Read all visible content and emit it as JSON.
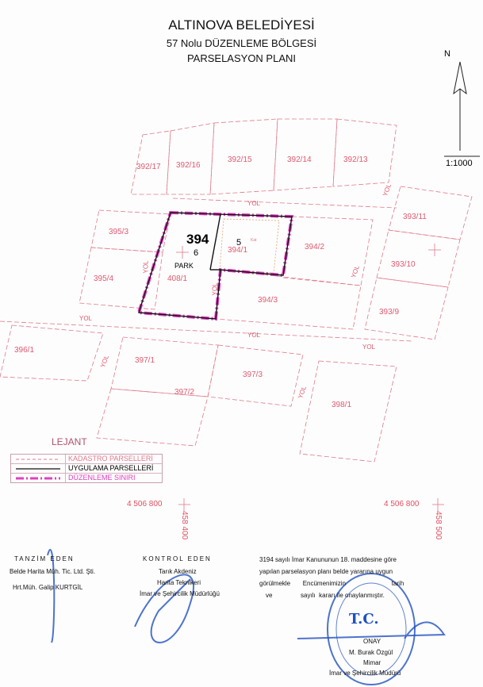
{
  "header": {
    "title": "ALTINOVA BELEDİYESİ",
    "subtitle": "57 Nolu DÜZENLEME BÖLGESİ",
    "plan": "PARSELASYON PLANI"
  },
  "north": {
    "label": "N",
    "scale": "1:1000"
  },
  "block": {
    "number": "394",
    "parcel_park": "6",
    "park_label": "PARK",
    "parcel_5": "5",
    "small_label": "Kat"
  },
  "parcels": [
    "392/17",
    "392/16",
    "392/15",
    "392/14",
    "392/13",
    "395/3",
    "395/4",
    "408/1",
    "394/1",
    "394/2",
    "394/3",
    "393/11",
    "393/10",
    "393/9",
    "396/1",
    "397/1",
    "397/2",
    "397/3",
    "398/1"
  ],
  "roads": "YOL",
  "legend": {
    "title": "LEJANT",
    "items": [
      "KADASTRO PARSELLERİ",
      "UYGULAMA PARSELLERİ",
      "DÜZENLEME SINIRI"
    ]
  },
  "coordinates": {
    "north_left": "4 506 800",
    "north_right": "4 506 800",
    "east_left": "458 400",
    "east_right": "458 500"
  },
  "tanzim": {
    "title": "TANZİM EDEN",
    "company": "Belde Harita Müh. Tic. Ltd. Şti.",
    "person": "Hrt.Müh. Galip KURTGİL"
  },
  "kontrol": {
    "title": "KONTROL EDEN",
    "person": "Tarık Akdeniz",
    "role": "Harita Teknikeri",
    "dept": "İmar ve Şehircilik Müdürlüğü"
  },
  "approval": {
    "lines": [
      "3194 sayılı İmar Kanununun 18. maddesine göre",
      "yapılan parselasyon planı belde yararına  uygun",
      "görülmekle       Encümenimizin                          tarih",
      "ve                sayılı  kararı ile onaylanmıştır."
    ],
    "onay": "ONAY",
    "name": "M. Burak Özgül",
    "title": "Mimar",
    "dept": "İmar ve Şehircilik Müdürü",
    "stamp": "T.C."
  }
}
